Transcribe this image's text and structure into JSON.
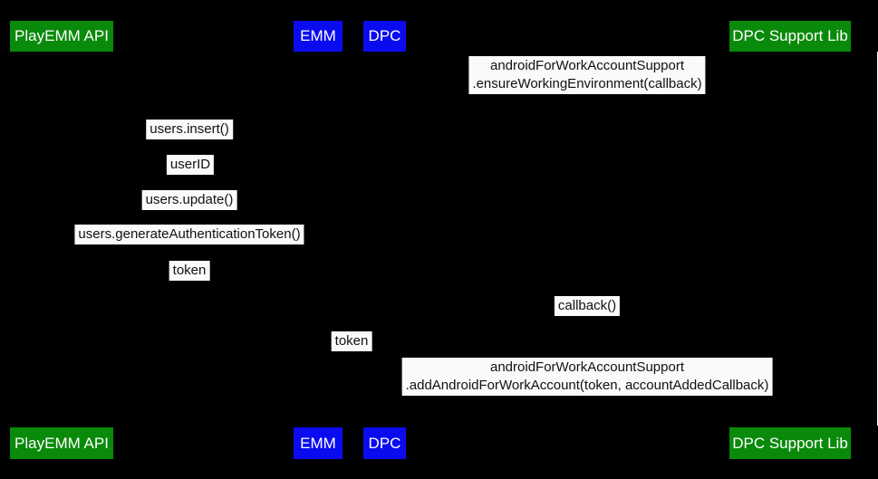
{
  "diagram": {
    "type": "sequence-diagram",
    "colors": {
      "background": "#000000",
      "participant_green": "#0a8a0a",
      "participant_blue": "#0b0bf0",
      "message_label_background": "#fafafa",
      "message_label_text": "#111111",
      "participant_text": "#ffffff",
      "lifeline": "#ffffff"
    },
    "participants": [
      {
        "label": "PlayEMM API",
        "color": "#0a8a0a"
      },
      {
        "label": "EMM",
        "color": "#0b0bf0"
      },
      {
        "label": "DPC",
        "color": "#0b0bf0"
      },
      {
        "label": "DPC Support Lib",
        "color": "#0a8a0a"
      }
    ],
    "messages": [
      {
        "line1": "androidForWorkAccountSupport",
        "line2": ".ensureWorkingEnvironment(callback)"
      },
      {
        "line1": "users.insert()"
      },
      {
        "line1": "userID"
      },
      {
        "line1": "users.update()"
      },
      {
        "line1": "users.generateAuthenticationToken()"
      },
      {
        "line1": "token"
      },
      {
        "line1": "callback()"
      },
      {
        "line1": "token"
      },
      {
        "line1": "androidForWorkAccountSupport",
        "line2": ".addAndroidForWorkAccount(token, accountAddedCallback)"
      }
    ]
  }
}
